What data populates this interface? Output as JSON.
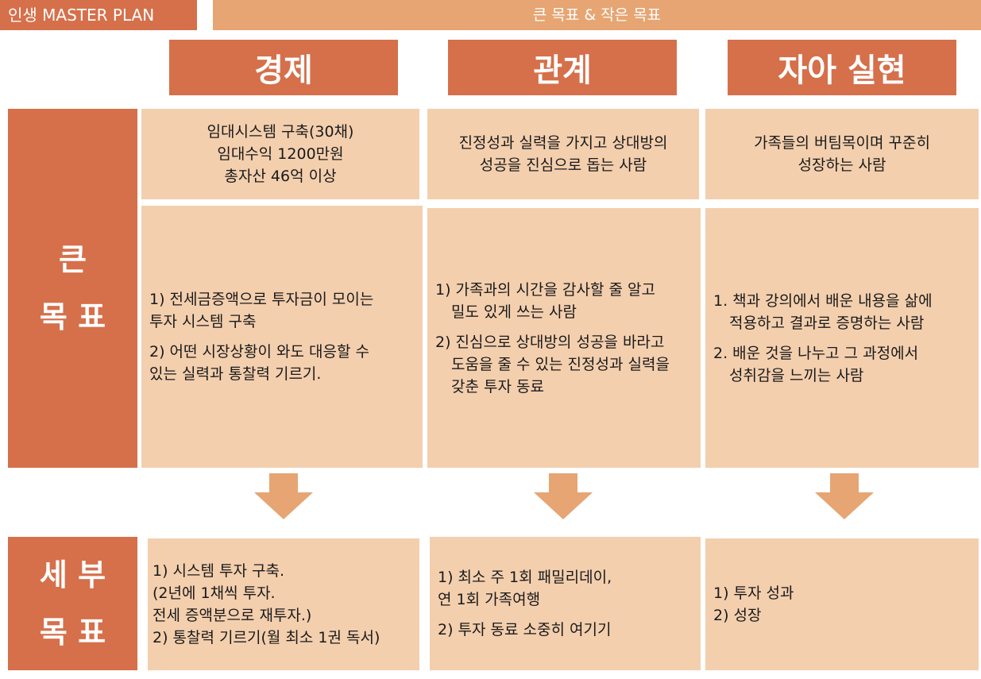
{
  "header": {
    "title": "인생 MASTER PLAN",
    "subtitle": "큰 목표 & 작은 목표"
  },
  "columns": [
    {
      "label": "경제"
    },
    {
      "label": "관계"
    },
    {
      "label": "자아 실현"
    }
  ],
  "rows": {
    "big_goal": {
      "label_line1": "큰",
      "label_line2": "목 표"
    },
    "detail_goal": {
      "label_line1": "세 부",
      "label_line2": "목 표"
    }
  },
  "big_goal_summary": [
    "임대시스템 구축(30채)\n임대수익 1200만원\n총자산 46억 이상",
    "진정성과 실력을 가지고 상대방의\n성공을 진심으로 돕는 사람",
    "가족들의 버팀목이며 꾸준히\n성장하는 사람"
  ],
  "big_goal_details": [
    [
      "1) 전세금증액으로 투자금이 모이는\n투자 시스템 구축",
      "2) 어떤 시장상황이 와도 대응할 수\n있는 실력과 통찰력 기르기."
    ],
    [
      "1) 가족과의 시간을 감사할 줄 알고\n밀도 있게 쓰는 사람",
      "2) 진심으로 상대방의 성공을 바라고\n도움을 줄 수 있는 진정성과 실력을\n갖춘 투자 동료"
    ],
    [
      "1. 책과 강의에서 배운 내용을 삶에\n적용하고 결과로 증명하는 사람",
      "2. 배운 것을 나누고 그 과정에서\n성취감을 느끼는 사람"
    ]
  ],
  "detail_goals": [
    [
      "1) 시스템 투자 구축.\n(2년에 1채씩 투자.\n전세 증액분으로 재투자.)\n2) 통찰력 기르기(월 최소 1권 독서)"
    ],
    [
      "1) 최소 주 1회 패밀리데이,\n연 1회 가족여행",
      "2) 투자 동료 소중히 여기기"
    ],
    [
      "1) 투자 성과\n2) 성장"
    ]
  ],
  "colors": {
    "dark_orange": "#d5704b",
    "light_orange": "#e6a572",
    "peach": "#f3cfae",
    "arrow": "#e6a572"
  },
  "icons": {
    "arrow": "down-arrow-icon"
  }
}
